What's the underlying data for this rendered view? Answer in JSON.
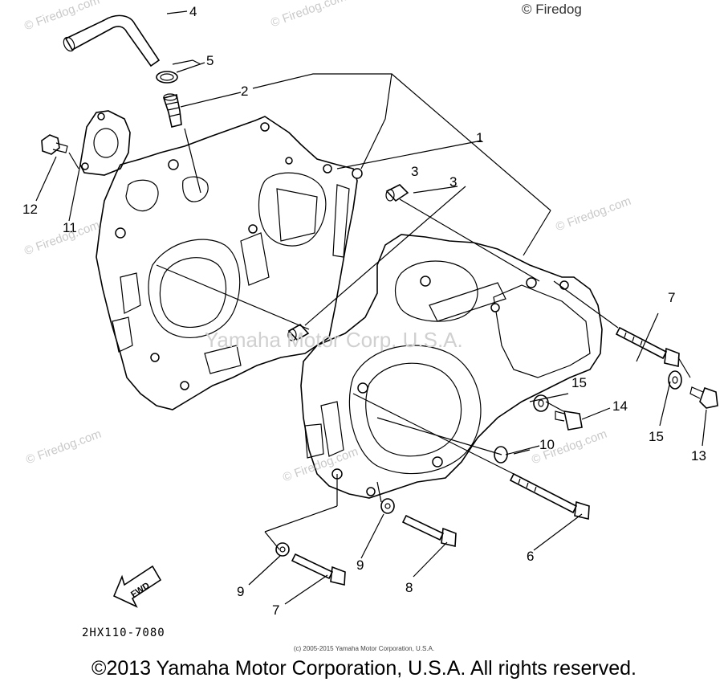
{
  "watermark": {
    "text": "© Firedog.com",
    "corner_text": "© Firedog"
  },
  "center_watermark": "Yamaha Motor Corp. U.S.A.",
  "callouts": {
    "c1": "1",
    "c2": "2",
    "c3a": "3",
    "c3b": "3",
    "c4": "4",
    "c5": "5",
    "c6": "6",
    "c7a": "7",
    "c7b": "7",
    "c8": "8",
    "c9a": "9",
    "c9b": "9",
    "c10": "10",
    "c11": "11",
    "c12": "12",
    "c13": "13",
    "c14": "14",
    "c15a": "15",
    "c15b": "15"
  },
  "fwd_label": "FWD",
  "part_code": "2HX110-7080",
  "small_copyright": "(c) 2005-2015 Yamaha Motor Corporation, U.S.A.",
  "copyright": "©2013 Yamaha Motor Corporation, U.S.A. All rights reserved."
}
